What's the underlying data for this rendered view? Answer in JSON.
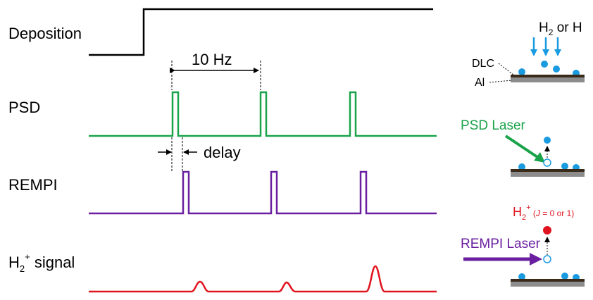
{
  "rows": {
    "deposition": "Deposition",
    "psd": "PSD",
    "rempi": "REMPI",
    "signal_main": "H",
    "signal_sub": "2",
    "signal_sup": "+",
    "signal_rest": " signal"
  },
  "annotations": {
    "frequency": "10 Hz",
    "delay": "delay"
  },
  "schematic": {
    "gas_h": "H",
    "gas_sub": "2",
    "gas_rest": " or H",
    "dlc_label": "DLC",
    "al_label": "Al",
    "psd_laser": "PSD Laser",
    "rempi_laser": "REMPI Laser",
    "ion_h": "H",
    "ion_sub": "2",
    "ion_sup": "+",
    "ion_state_open": " (",
    "ion_state_j": "J",
    "ion_state_rest": " = 0 or 1)"
  },
  "colors": {
    "deposition": "#000000",
    "psd": "#1aa34a",
    "rempi": "#6a1fa0",
    "signal": "#e0141e",
    "blue_particle": "#1a9be0",
    "substrate": "#8c8c8c",
    "dlc_film": "#3a2a1a"
  }
}
